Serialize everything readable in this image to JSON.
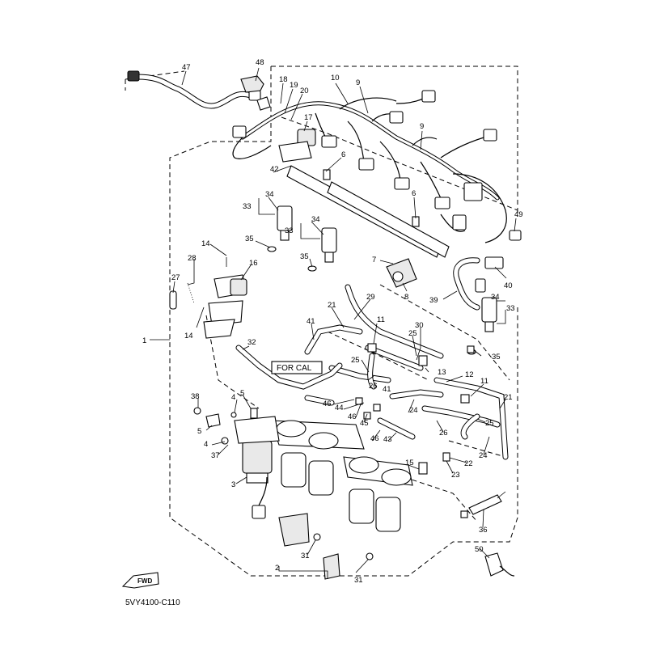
{
  "diagram_code": "5VY4100-C110",
  "for_cal_label": "FOR CAL",
  "fwd_label": "FWD",
  "callouts": [
    {
      "id": "c47",
      "label": "47"
    },
    {
      "id": "c48",
      "label": "48"
    },
    {
      "id": "c18",
      "label": "18"
    },
    {
      "id": "c19",
      "label": "19"
    },
    {
      "id": "c20",
      "label": "20"
    },
    {
      "id": "c10",
      "label": "10"
    },
    {
      "id": "c9a",
      "label": "9"
    },
    {
      "id": "c9b",
      "label": "9"
    },
    {
      "id": "c17",
      "label": "17"
    },
    {
      "id": "c6a",
      "label": "6"
    },
    {
      "id": "c42",
      "label": "42"
    },
    {
      "id": "c34a",
      "label": "34"
    },
    {
      "id": "c33a",
      "label": "33"
    },
    {
      "id": "c6b",
      "label": "6"
    },
    {
      "id": "c34b",
      "label": "34"
    },
    {
      "id": "c33b",
      "label": "33"
    },
    {
      "id": "c49",
      "label": "49"
    },
    {
      "id": "c35a",
      "label": "35"
    },
    {
      "id": "c14a",
      "label": "14"
    },
    {
      "id": "c35b",
      "label": "35"
    },
    {
      "id": "c16",
      "label": "16"
    },
    {
      "id": "c28",
      "label": "28"
    },
    {
      "id": "c7",
      "label": "7"
    },
    {
      "id": "c27",
      "label": "27"
    },
    {
      "id": "c40",
      "label": "40"
    },
    {
      "id": "c8",
      "label": "8"
    },
    {
      "id": "c34c",
      "label": "34"
    },
    {
      "id": "c39",
      "label": "39"
    },
    {
      "id": "c33c",
      "label": "33"
    },
    {
      "id": "c21a",
      "label": "21"
    },
    {
      "id": "c29",
      "label": "29"
    },
    {
      "id": "c14b",
      "label": "14"
    },
    {
      "id": "c41a",
      "label": "41"
    },
    {
      "id": "c30",
      "label": "30"
    },
    {
      "id": "c11a",
      "label": "11"
    },
    {
      "id": "c1",
      "label": "1"
    },
    {
      "id": "c25a",
      "label": "25"
    },
    {
      "id": "c32",
      "label": "32"
    },
    {
      "id": "c35c",
      "label": "35"
    },
    {
      "id": "c25b",
      "label": "25"
    },
    {
      "id": "c13",
      "label": "13"
    },
    {
      "id": "c12",
      "label": "12"
    },
    {
      "id": "c26a",
      "label": "26"
    },
    {
      "id": "c41b",
      "label": "41"
    },
    {
      "id": "c11b",
      "label": "11"
    },
    {
      "id": "c5a",
      "label": "5"
    },
    {
      "id": "c38",
      "label": "38"
    },
    {
      "id": "c4a",
      "label": "4"
    },
    {
      "id": "c46a",
      "label": "46"
    },
    {
      "id": "c44",
      "label": "44"
    },
    {
      "id": "c21b",
      "label": "21"
    },
    {
      "id": "c24a",
      "label": "24"
    },
    {
      "id": "c45",
      "label": "45"
    },
    {
      "id": "c46b",
      "label": "46"
    },
    {
      "id": "c25c",
      "label": "25"
    },
    {
      "id": "c5b",
      "label": "5"
    },
    {
      "id": "c26b",
      "label": "26"
    },
    {
      "id": "c4b",
      "label": "4"
    },
    {
      "id": "c43",
      "label": "43"
    },
    {
      "id": "c46c",
      "label": "46"
    },
    {
      "id": "c37",
      "label": "37"
    },
    {
      "id": "c24b",
      "label": "24"
    },
    {
      "id": "c22",
      "label": "22"
    },
    {
      "id": "c15",
      "label": "15"
    },
    {
      "id": "c23",
      "label": "23"
    },
    {
      "id": "c3",
      "label": "3"
    },
    {
      "id": "c36",
      "label": "36"
    },
    {
      "id": "c50",
      "label": "50"
    },
    {
      "id": "c31a",
      "label": "31"
    },
    {
      "id": "c2",
      "label": "2"
    },
    {
      "id": "c31b",
      "label": "31"
    }
  ]
}
